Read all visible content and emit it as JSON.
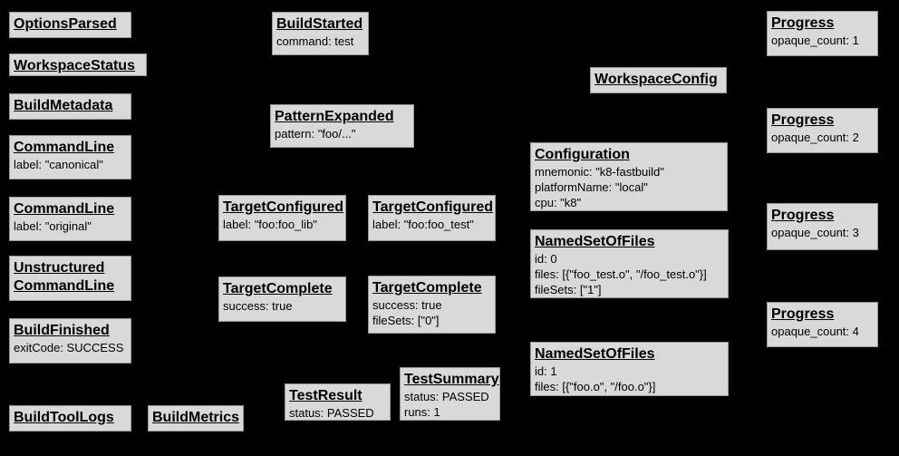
{
  "colors": {
    "background": "#000000",
    "box_fill": "#d9d9d9",
    "box_border": "#979797",
    "text": "#000000"
  },
  "boxes": {
    "options_parsed": {
      "title": "OptionsParsed"
    },
    "workspace_status": {
      "title": "WorkspaceStatus"
    },
    "build_metadata": {
      "title": "BuildMetadata"
    },
    "command_line_canonical": {
      "title": "CommandLine",
      "lines": [
        "label: \"canonical\""
      ]
    },
    "command_line_original": {
      "title": "CommandLine",
      "lines": [
        "label: \"original\""
      ]
    },
    "unstructured_command_line": {
      "title": "Unstructured\nCommandLine"
    },
    "build_finished": {
      "title": "BuildFinished",
      "lines": [
        "exitCode: SUCCESS"
      ]
    },
    "build_tool_logs": {
      "title": "BuildToolLogs"
    },
    "build_metrics": {
      "title": "BuildMetrics"
    },
    "build_started": {
      "title": "BuildStarted",
      "lines": [
        "command: test"
      ]
    },
    "pattern_expanded": {
      "title": "PatternExpanded",
      "lines": [
        "pattern: \"foo/...\""
      ]
    },
    "target_configured_lib": {
      "title": "TargetConfigured",
      "lines": [
        "label: \"foo:foo_lib\""
      ]
    },
    "target_complete_lib": {
      "title": "TargetComplete",
      "lines": [
        "success: true"
      ]
    },
    "test_result": {
      "title": "TestResult",
      "lines": [
        "status: PASSED"
      ]
    },
    "target_configured_test": {
      "title": "TargetConfigured",
      "lines": [
        "label: \"foo:foo_test\""
      ]
    },
    "target_complete_test": {
      "title": "TargetComplete",
      "lines": [
        "success: true",
        "fileSets: [\"0\"]"
      ]
    },
    "test_summary": {
      "title": "TestSummary",
      "lines": [
        "status: PASSED",
        "runs: 1"
      ]
    },
    "workspace_config": {
      "title": "WorkspaceConfig"
    },
    "configuration": {
      "title": "Configuration",
      "lines": [
        "mnemonic: \"k8-fastbuild\"",
        "platformName: \"local\"",
        "cpu: \"k8\""
      ]
    },
    "named_set_0": {
      "title": "NamedSetOfFiles",
      "lines": [
        "id: 0",
        "files: [{\"foo_test.o\", \"/foo_test.o\"}]",
        "fileSets: [\"1\"]"
      ]
    },
    "named_set_1": {
      "title": "NamedSetOfFiles",
      "lines": [
        "id: 1",
        "files: [{\"foo.o\", \"/foo.o\"}]"
      ]
    },
    "progress_1": {
      "title": "Progress",
      "lines": [
        "opaque_count: 1"
      ]
    },
    "progress_2": {
      "title": "Progress",
      "lines": [
        "opaque_count: 2"
      ]
    },
    "progress_3": {
      "title": "Progress",
      "lines": [
        "opaque_count: 3"
      ]
    },
    "progress_4": {
      "title": "Progress",
      "lines": [
        "opaque_count: 4"
      ]
    }
  }
}
